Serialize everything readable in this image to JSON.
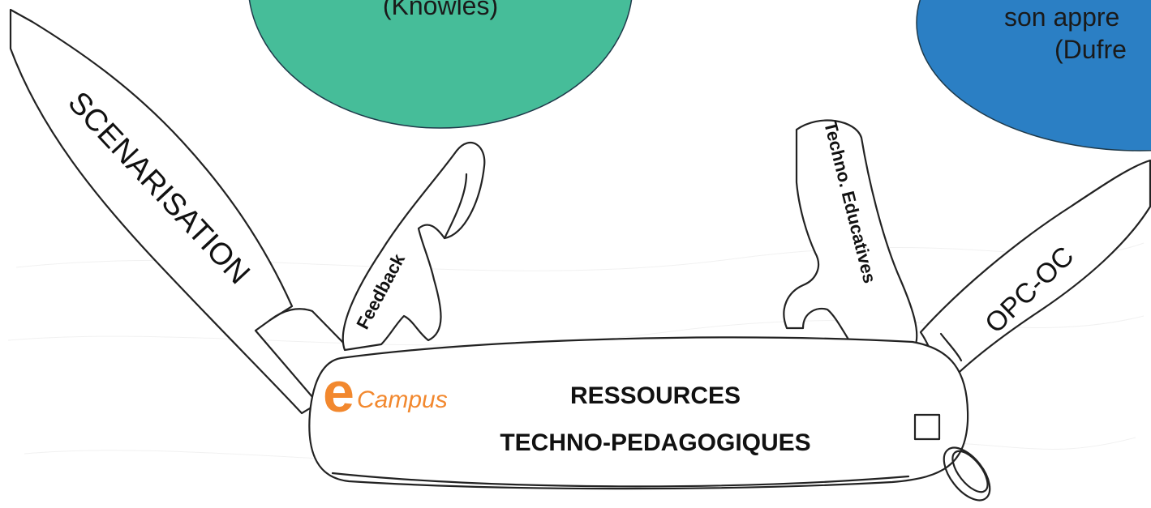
{
  "bubbles": {
    "green_fragment": "(Knowles)",
    "blue_line1": "son appre",
    "blue_line2": "(Dufre"
  },
  "blades": {
    "scenarisation": "SCENARISATION",
    "feedback": "Feedback",
    "techno_educatives": "Techno. Educatives",
    "opc_oc": "OPC-OC"
  },
  "logo": {
    "text": "Campus",
    "mark": "e"
  },
  "center": {
    "line1": "RESSOURCES",
    "line2": "TECHNO-PEDAGOGIQUES"
  },
  "colors": {
    "green_bubble": "#46BD99",
    "blue_bubble": "#2B7FC4",
    "logo_orange": "#F2882E",
    "outline": "#222222"
  }
}
